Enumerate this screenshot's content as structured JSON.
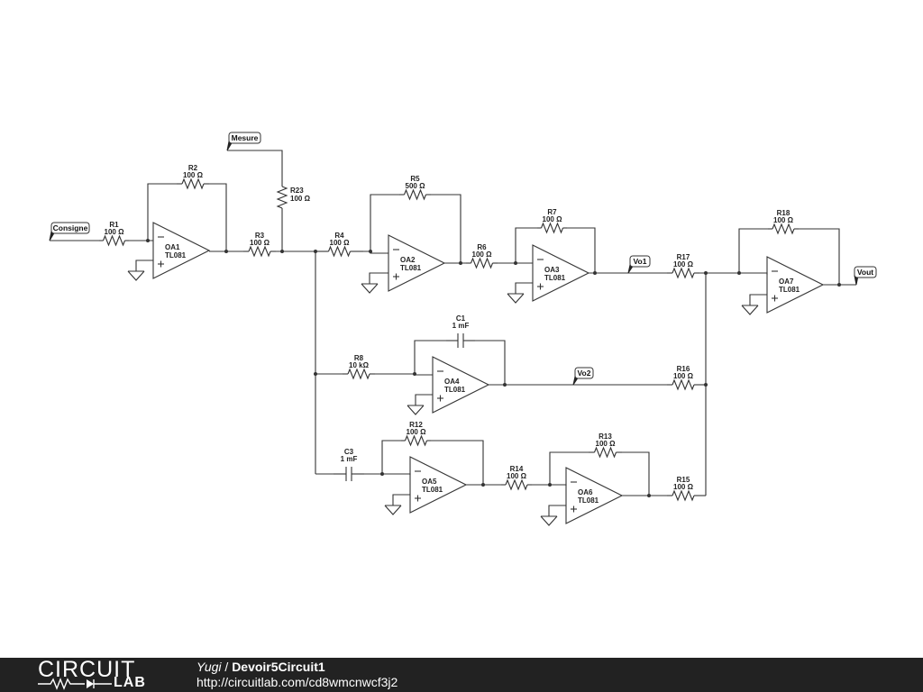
{
  "footer": {
    "logo_top": "CIRCUIT",
    "logo_bottom": "LAB",
    "author": "Yugi",
    "separator": " / ",
    "circuit_name": "Devoir5Circuit1",
    "url": "http://circuitlab.com/cd8wmcnwcf3j2"
  },
  "schematic": {
    "net_tags": {
      "consigne": "Consigne",
      "mesure": "Mesure",
      "vo1": "Vo1",
      "vo2": "Vo2",
      "vout": "Vout"
    },
    "components": {
      "R1": {
        "name": "R1",
        "value": "100 Ω"
      },
      "R2": {
        "name": "R2",
        "value": "100 Ω"
      },
      "R3": {
        "name": "R3",
        "value": "100 Ω"
      },
      "R4": {
        "name": "R4",
        "value": "100 Ω"
      },
      "R5": {
        "name": "R5",
        "value": "500 Ω"
      },
      "R6": {
        "name": "R6",
        "value": "100 Ω"
      },
      "R7": {
        "name": "R7",
        "value": "100 Ω"
      },
      "R8": {
        "name": "R8",
        "value": "10 kΩ"
      },
      "R12": {
        "name": "R12",
        "value": "100 Ω"
      },
      "R13": {
        "name": "R13",
        "value": "100 Ω"
      },
      "R14": {
        "name": "R14",
        "value": "100 Ω"
      },
      "R15": {
        "name": "R15",
        "value": "100 Ω"
      },
      "R16": {
        "name": "R16",
        "value": "100 Ω"
      },
      "R17": {
        "name": "R17",
        "value": "100 Ω"
      },
      "R18": {
        "name": "R18",
        "value": "100 Ω"
      },
      "R23": {
        "name": "R23",
        "value": "100 Ω"
      },
      "C1": {
        "name": "C1",
        "value": "1 mF"
      },
      "C3": {
        "name": "C3",
        "value": "1 mF"
      },
      "OA1": {
        "name": "OA1",
        "value": "TL081"
      },
      "OA2": {
        "name": "OA2",
        "value": "TL081"
      },
      "OA3": {
        "name": "OA3",
        "value": "TL081"
      },
      "OA4": {
        "name": "OA4",
        "value": "TL081"
      },
      "OA5": {
        "name": "OA5",
        "value": "TL081"
      },
      "OA6": {
        "name": "OA6",
        "value": "TL081"
      },
      "OA7": {
        "name": "OA7",
        "value": "TL081"
      }
    }
  }
}
